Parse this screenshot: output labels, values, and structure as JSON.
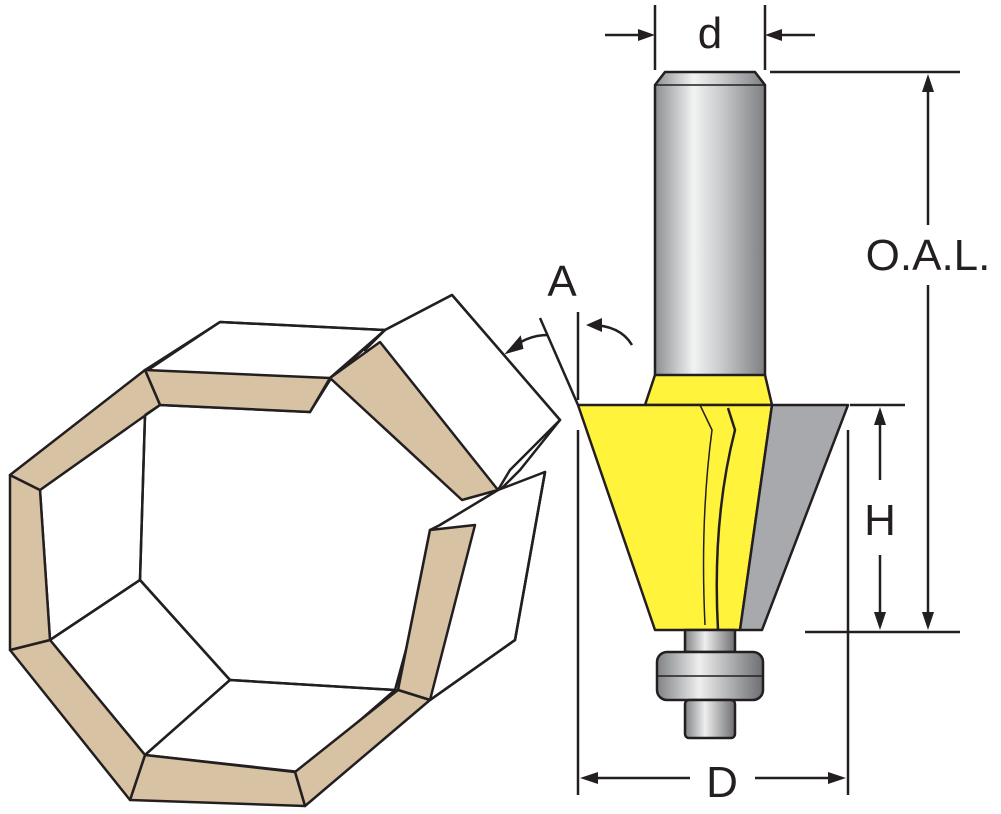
{
  "labels": {
    "shank_diameter": "d",
    "overall_length": "O.A.L.",
    "angle": "A",
    "cutting_height": "H",
    "cutting_diameter": "D"
  },
  "colors": {
    "wood_edge": "#d7c2a4",
    "carbide_yellow": "#fff33b",
    "steel_light": "#e6e7e8",
    "steel_mid": "#a7a9ac",
    "line": "#231f20"
  }
}
